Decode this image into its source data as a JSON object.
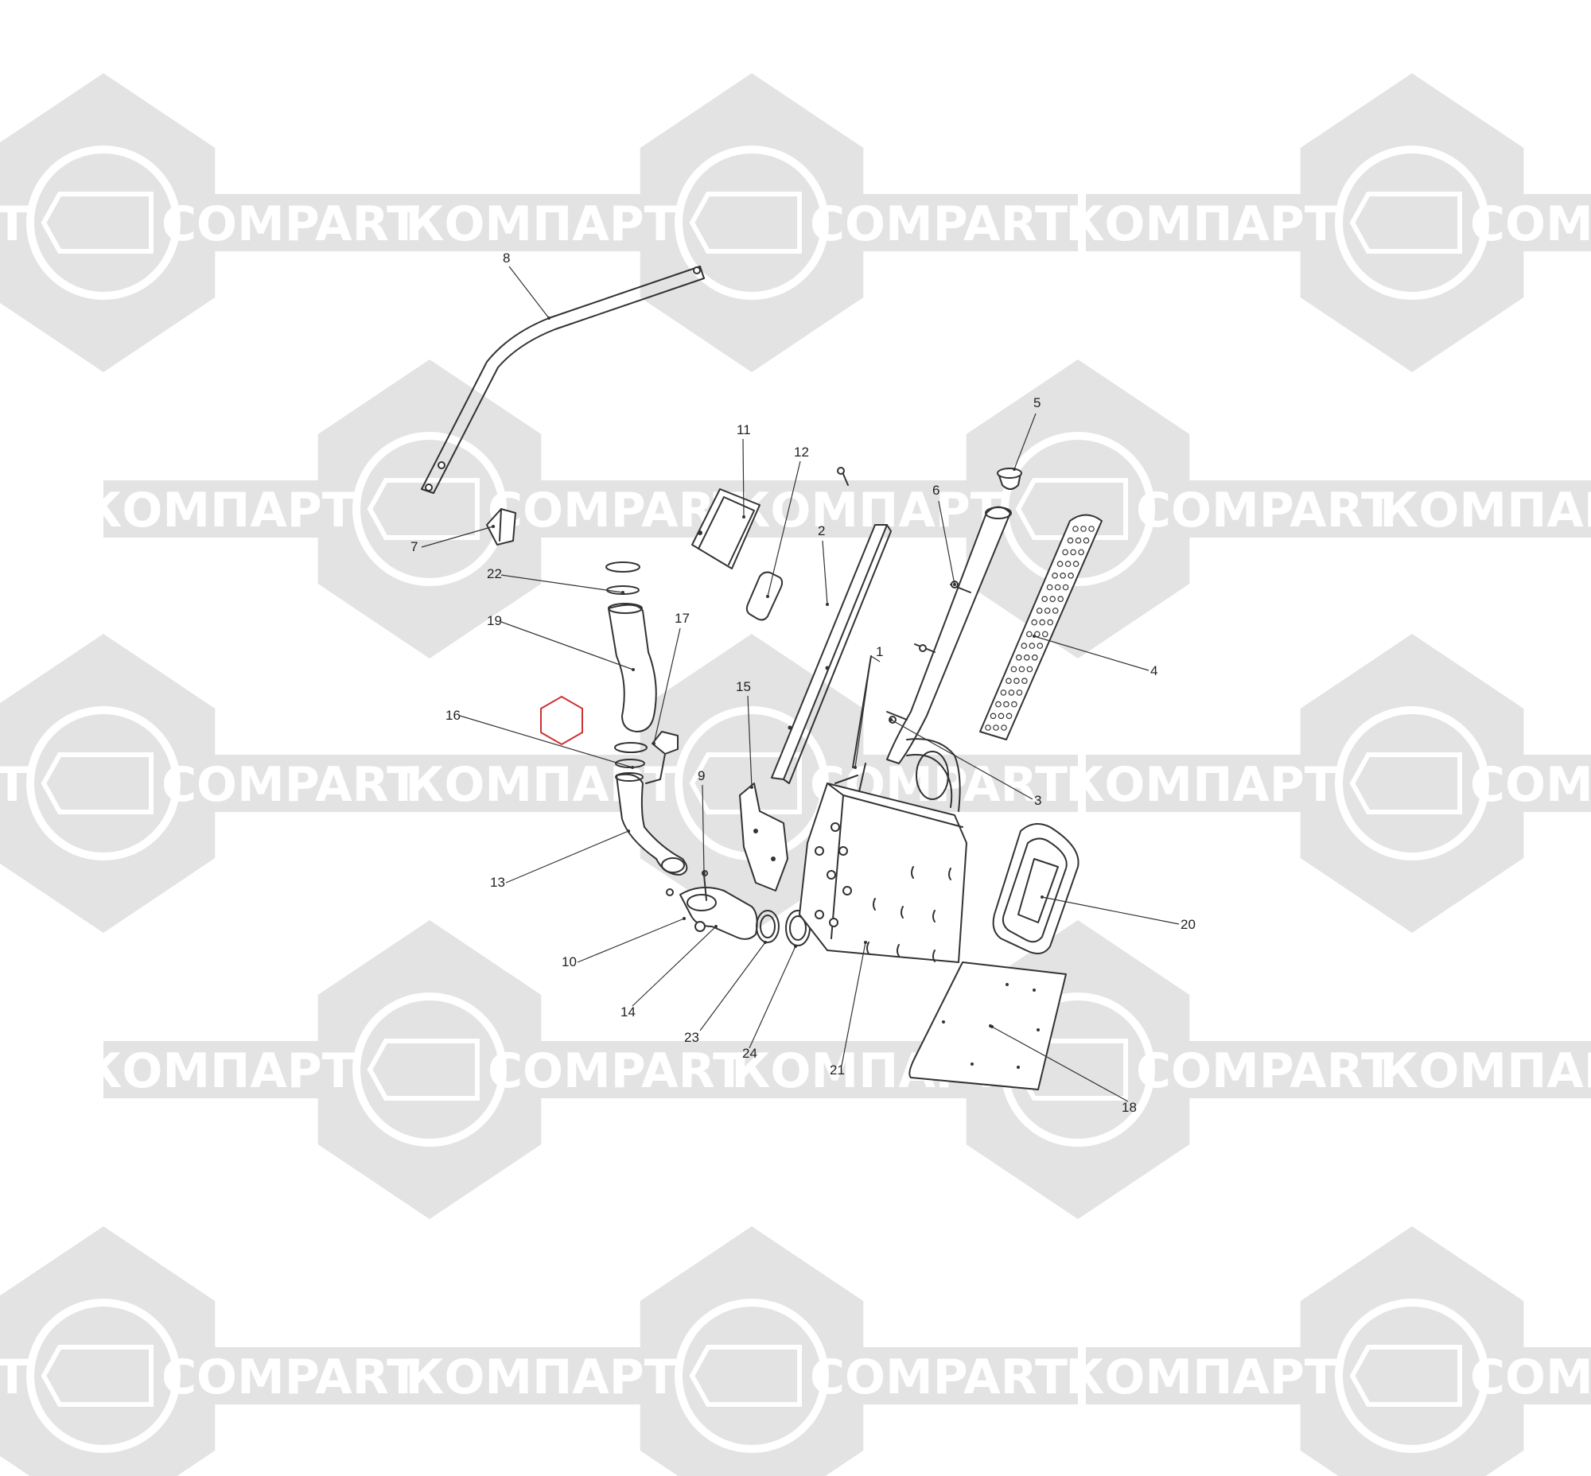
{
  "watermark": {
    "latin": "COMPART",
    "cyrillic": "КОМПАРТ",
    "color": "#e3e3e3"
  },
  "marker": {
    "name": "hexagon-marker",
    "color": "#cc3333"
  },
  "callouts": [
    "1",
    "2",
    "3",
    "4",
    "5",
    "6",
    "7",
    "8",
    "9",
    "10",
    "11",
    "12",
    "13",
    "14",
    "15",
    "16",
    "17",
    "18",
    "19",
    "20",
    "21",
    "22",
    "23",
    "24"
  ]
}
